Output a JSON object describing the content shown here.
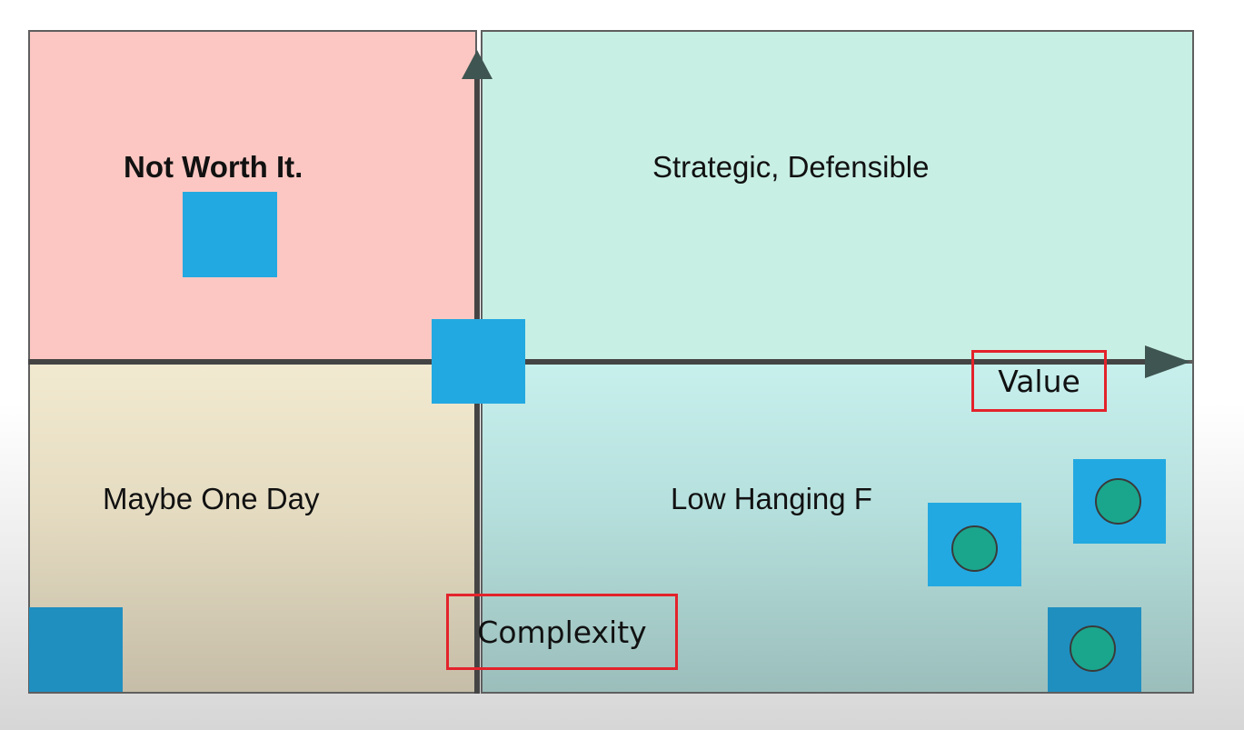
{
  "quadrants": {
    "top_left": "Not Worth It.",
    "top_right": "Strategic, Defensible",
    "bottom_left": "Maybe One Day",
    "bottom_right": "Low Hanging F"
  },
  "axes": {
    "horizontal_label": "Value",
    "vertical_label": "Complexity"
  },
  "colors": {
    "top_left": "#fcc7c2",
    "top_right": "#c8efe4",
    "bottom_left": "#e4dbc1",
    "bottom_right": "#b5dfdc",
    "axis": "#444444",
    "highlight_box": "#e3232b",
    "square": "#23a9e1",
    "circle": "#1aa68c"
  }
}
